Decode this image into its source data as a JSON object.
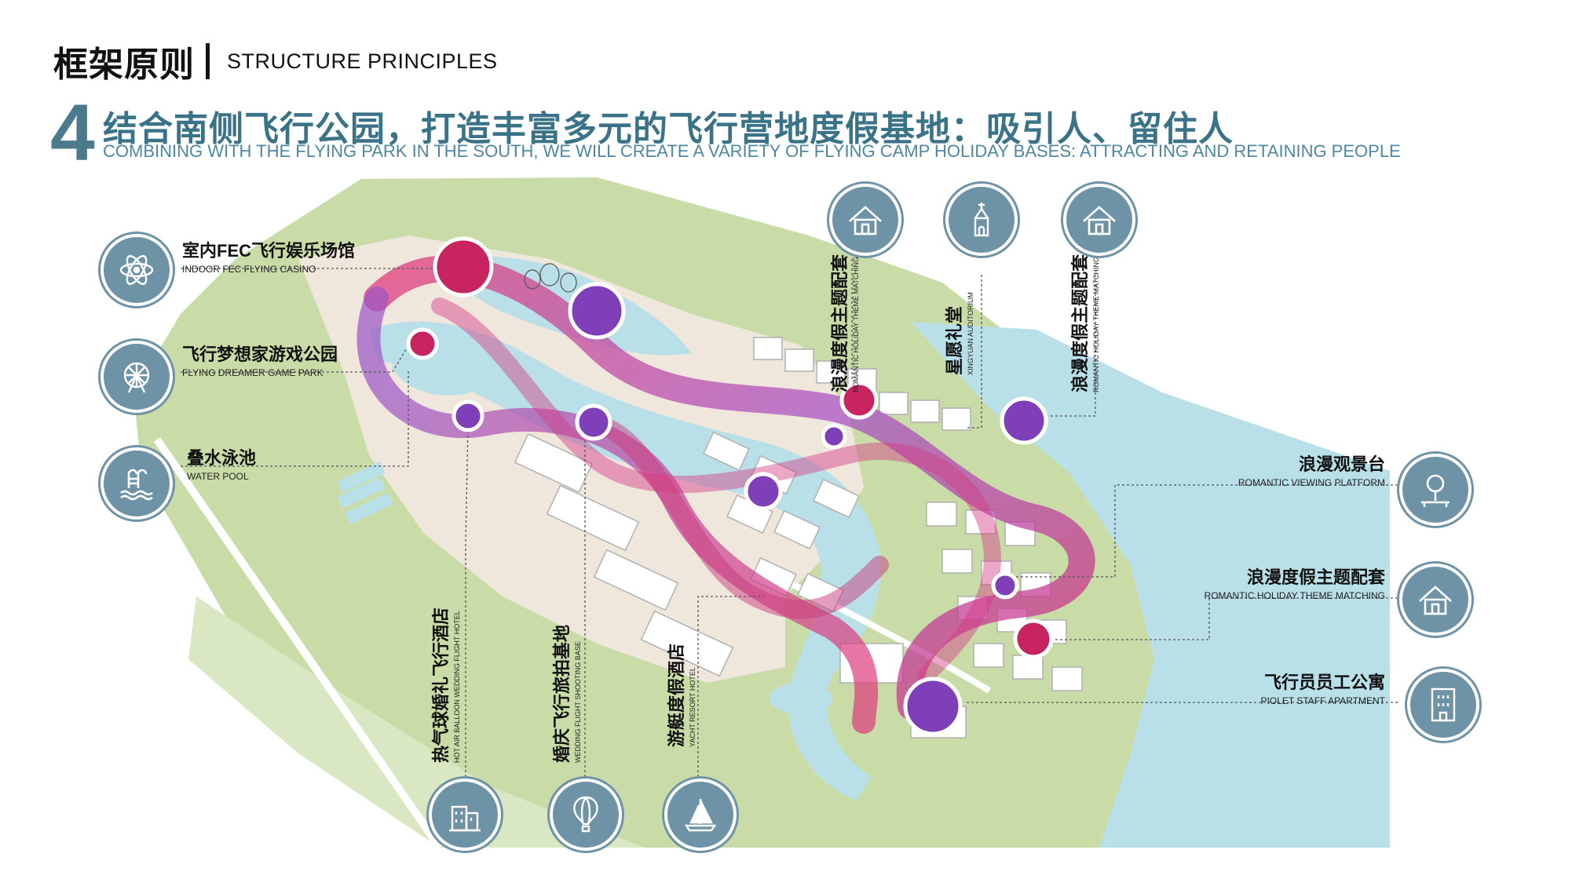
{
  "header": {
    "title_zh": "框架原则",
    "title_en": "STRUCTURE PRINCIPLES"
  },
  "section": {
    "number": "4",
    "title_zh": "结合南侧飞行公园，打造丰富多元的飞行营地度假基地：吸引人、留住人",
    "title_en": "COMBINING WITH THE FLYING PARK IN THE SOUTH, WE WILL CREATE A VARIETY OF FLYING CAMP HOLIDAY BASES: ATTRACTING AND RETAINING PEOPLE"
  },
  "labels": {
    "fec": {
      "zh": "室内FEC飞行娱乐场馆",
      "en": "INDOOR FEC FLYING CASINO"
    },
    "dreamer": {
      "zh": "飞行梦想家游戏公园",
      "en": "FLYING DREAMER GAME PARK"
    },
    "pool": {
      "zh": "叠水泳池",
      "en": "WATER POOL"
    },
    "romantic1": {
      "zh": "浪漫度假主题配套",
      "en": "ROMANTIC HOLIDAY THEME MATCHING"
    },
    "auditorium": {
      "zh": "星愿礼堂",
      "en": "XINGYUAN AUDITORIUM"
    },
    "romantic2": {
      "zh": "浪漫度假主题配套",
      "en": "ROMANTIC HOLIDAY THEME MATCHING"
    },
    "viewing": {
      "zh": "浪漫观景台",
      "en": "ROMANTIC VIEWING PLATFORM"
    },
    "romantic3": {
      "zh": "浪漫度假主题配套",
      "en": "ROMANTIC HOLIDAY THEME MATCHING"
    },
    "staff": {
      "zh": "飞行员员工公寓",
      "en": "PIOLET STAFF APARTMENT"
    },
    "balloon_hotel": {
      "zh": "热气球婚礼飞行酒店",
      "en": "HOT AIR BALLOON WEDDING FLIGHT HOTEL"
    },
    "wedding_base": {
      "zh": "婚庆飞行旅拍基地",
      "en": "WEDDING FLIGHT SHOOTING BASE"
    },
    "yacht": {
      "zh": "游艇度假酒店",
      "en": "YACHT RESORT HOTEL"
    }
  },
  "icons": {
    "fec": "atom-icon",
    "dreamer": "ferris-wheel-icon",
    "pool": "pool-ladder-icon",
    "romantic1": "house-icon",
    "auditorium": "chapel-icon",
    "romantic2": "house-icon",
    "viewing": "tree-platform-icon",
    "romantic3": "house-icon",
    "staff": "apartment-building-icon",
    "balloon_hotel": "hotel-building-icon",
    "wedding_base": "hot-air-balloon-icon",
    "yacht": "sailboat-icon"
  },
  "colors": {
    "accent": "#3a7287",
    "icon_bg": "#6f93a6",
    "land": "#c8dca6",
    "water": "#b9e0e8",
    "magenta": "#c8245f",
    "purple": "#7e3fb8"
  }
}
